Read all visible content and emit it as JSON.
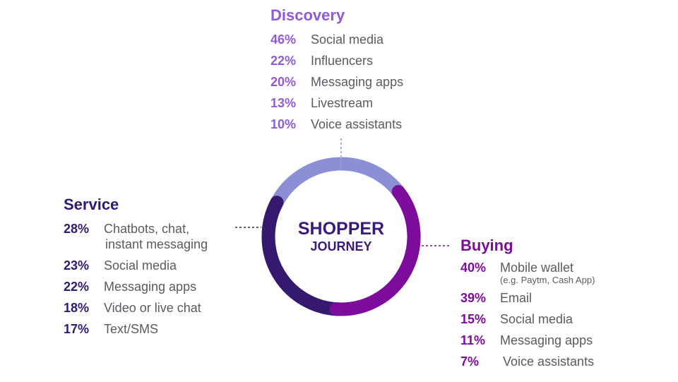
{
  "center": {
    "line1": "SHOPPER",
    "line2": "JOURNEY"
  },
  "colors": {
    "discovery": "#8b8fd6",
    "buying": "#7d0c9c",
    "service": "#35196e"
  },
  "discovery": {
    "title": "Discovery",
    "items": [
      {
        "pct": "46%",
        "label": "Social media"
      },
      {
        "pct": "22%",
        "label": "Influencers"
      },
      {
        "pct": "20%",
        "label": "Messaging apps"
      },
      {
        "pct": "13%",
        "label": "Livestream"
      },
      {
        "pct": "10%",
        "label": "Voice assistants"
      }
    ]
  },
  "service": {
    "title": "Service",
    "items": [
      {
        "pct": "28%",
        "label": "Chatbots, chat,",
        "label2": "instant messaging"
      },
      {
        "pct": "23%",
        "label": "Social media"
      },
      {
        "pct": "22%",
        "label": "Messaging apps"
      },
      {
        "pct": "18%",
        "label": "Video or live chat"
      },
      {
        "pct": "17%",
        "label": "Text/SMS"
      }
    ]
  },
  "buying": {
    "title": "Buying",
    "items": [
      {
        "pct": "40%",
        "label": "Mobile wallet",
        "sub": "(e.g. Paytm, Cash App)"
      },
      {
        "pct": "39%",
        "label": "Email"
      },
      {
        "pct": "15%",
        "label": "Social media"
      },
      {
        "pct": "11%",
        "label": "Messaging apps"
      },
      {
        "pct": "7%",
        "label": "Voice assistants"
      }
    ]
  }
}
